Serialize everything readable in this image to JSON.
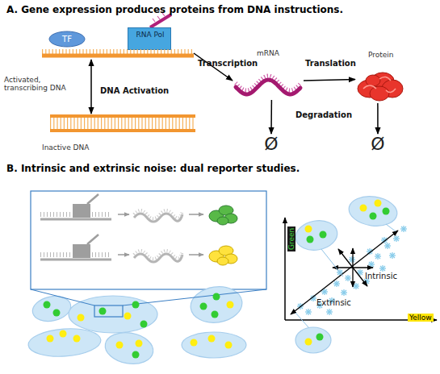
{
  "diagram": {
    "title": "A. Gene expression produces proteins from DNA instructions.",
    "nodes": [
      {
        "text": [
          "TF"
        ]
      },
      {
        "text": [
          "RNA Pol"
        ]
      },
      {
        "text": [
          "Activated, transcribing DNA"
        ]
      },
      {
        "text": [
          "mRNA"
        ]
      },
      {
        "text": [
          "Protein"
        ]
      },
      {
        "text": [
          "Inactive DNA"
        ]
      },
      {
        "text": [
          "Ø"
        ]
      },
      {
        "text": [
          "Ø"
        ]
      }
    ],
    "edges": [
      {
        "from": 2,
        "to": 3,
        "label": "Transcription",
        "arrow": "to"
      },
      {
        "from": 3,
        "to": 4,
        "label": "Translation",
        "arrow": "to"
      },
      {
        "from": 2,
        "to": 5,
        "label": "DNA Activation",
        "arrow": "both"
      },
      {
        "from": 3,
        "to": 6,
        "arrow": "to"
      },
      {
        "from": 4,
        "to": 7,
        "arrow": "to"
      }
    ],
    "labels": [
      "B. Intrinsic and extrinsic noise: dual reporter studies.",
      "Degradation",
      "Green",
      "Yellow",
      "Intrinsic",
      "Extrinsic"
    ]
  }
}
